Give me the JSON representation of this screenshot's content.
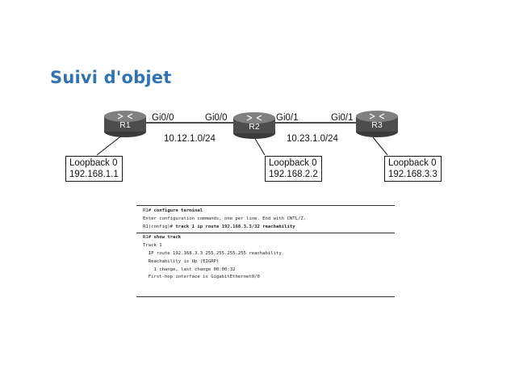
{
  "title": "Suivi d'objet",
  "topology": {
    "routers": [
      "R1",
      "R2",
      "R3"
    ],
    "interfaces": [
      "Gi0/0",
      "Gi0/0",
      "Gi0/1",
      "Gi0/1"
    ],
    "links": [
      "10.12.1.0/24",
      "10.23.1.0/24"
    ],
    "loopbacks": [
      {
        "name": "Loopback 0",
        "ip": "192.168.1.1"
      },
      {
        "name": "Loopback 0",
        "ip": "192.168.2.2"
      },
      {
        "name": "Loopback 0",
        "ip": "192.168.3.3"
      }
    ]
  },
  "cli": {
    "block1": [
      {
        "prompt": "R1# ",
        "cmd": "configure terminal"
      },
      {
        "prompt": "Enter configuration commands, one per line. End with CNTL/Z.",
        "cmd": ""
      },
      {
        "prompt": "R1(config)# ",
        "cmd": "track 1 ip route 192.168.3.3/32 reachability"
      }
    ],
    "block2": [
      {
        "prompt": "R1# ",
        "cmd": "show track"
      },
      {
        "prompt": "Track 1",
        "cmd": ""
      },
      {
        "prompt": "  IP route 192.168.3.3 255.255.255.255 reachability",
        "cmd": ""
      },
      {
        "prompt": "  Reachability is Up (EIGRP)",
        "cmd": ""
      },
      {
        "prompt": "    1 change, last change 00:00:32",
        "cmd": ""
      },
      {
        "prompt": "  First-hop interface is GigabitEthernet0/0",
        "cmd": ""
      }
    ]
  },
  "colors": {
    "title": "#2e74b5",
    "router": "#4d4d4d"
  }
}
